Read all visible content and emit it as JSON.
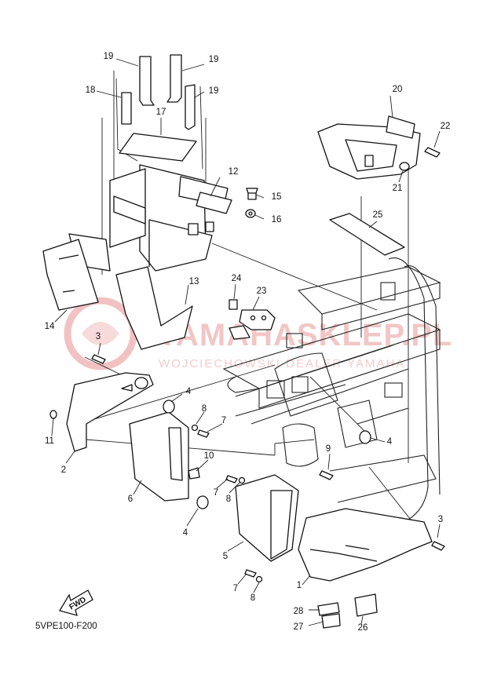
{
  "diagram_code": "5VPE100-F200",
  "fwd_label": "FWD",
  "watermark": {
    "main": "YAMAHASKLEP.PL",
    "sub": "WOJCIECHOWSKI DEALER YAMAHA"
  },
  "callouts": {
    "c1": "1",
    "c2": "2",
    "c3a": "3",
    "c3b": "3",
    "c4a": "4",
    "c4b": "4",
    "c4c": "4",
    "c5": "5",
    "c6": "6",
    "c7a": "7",
    "c7b": "7",
    "c7c": "7",
    "c8a": "8",
    "c8b": "8",
    "c8c": "8",
    "c9": "9",
    "c10": "10",
    "c11": "11",
    "c12": "12",
    "c13": "13",
    "c14": "14",
    "c15": "15",
    "c16": "16",
    "c17": "17",
    "c18": "18",
    "c19a": "19",
    "c19b": "19",
    "c19c": "19",
    "c20": "20",
    "c21": "21",
    "c22": "22",
    "c23": "23",
    "c24": "24",
    "c25": "25",
    "c26": "26",
    "c27": "27",
    "c28": "28"
  }
}
